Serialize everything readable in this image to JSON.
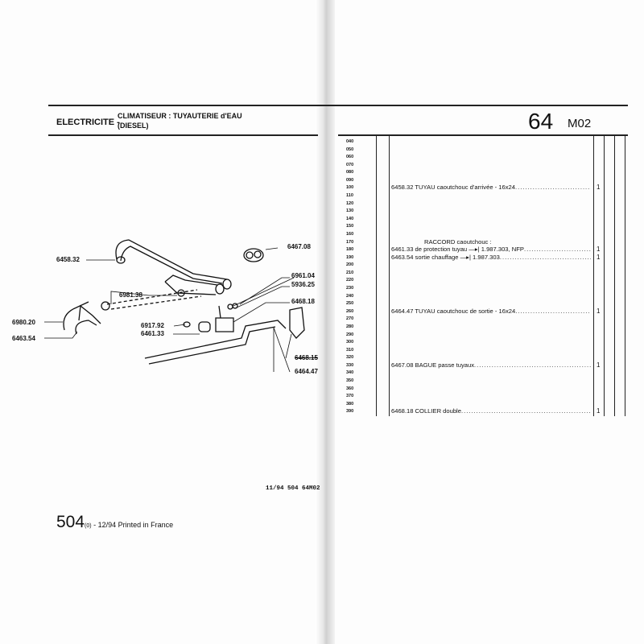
{
  "header": {
    "section": "ELECTRICITE -",
    "title_line1": "CLIMATISEUR : TUYAUTERIE d'EAU",
    "title_line2": "(DIESEL)",
    "page_number": "64",
    "page_code": "M02"
  },
  "line_numbers": [
    "040",
    "050",
    "060",
    "070",
    "080",
    "090",
    "100",
    "110",
    "120",
    "130",
    "140",
    "150",
    "160",
    "170",
    "180",
    "190",
    "200",
    "210",
    "220",
    "230",
    "240",
    "250",
    "260",
    "270",
    "280",
    "290",
    "300",
    "310",
    "320",
    "330",
    "340",
    "350",
    "360",
    "370",
    "380",
    "390"
  ],
  "parts": [
    {
      "line": "100",
      "text": "6458.32 TUYAU caoutchouc d'arrivée - 16x24",
      "qty": "1"
    },
    {
      "line": "170",
      "text": "RACCORD caoutchouc :",
      "qty": ""
    },
    {
      "line": "180",
      "text": "6461.33  de protection tuyau —▸| 1.987.303, NFP",
      "qty": "1"
    },
    {
      "line": "190",
      "text": "6463.54  sortie chauffage —▸| 1.987.303",
      "qty": "1"
    },
    {
      "line": "260",
      "text": "6464.47 TUYAU caoutchouc de sortie - 16x24",
      "qty": "1"
    },
    {
      "line": "330",
      "text": "6467.08 BAGUE passe tuyaux",
      "qty": "1"
    },
    {
      "line": "390",
      "text": "6468.18 COLLIER double",
      "qty": "1"
    }
  ],
  "dots": "....................................................................................................",
  "diagram_callouts": {
    "c6458_32": "6458.32",
    "c6467_08": "6467.08",
    "c6961_04": "6961.04",
    "c5936_25": "5936.25",
    "c6981_38": "6981.38",
    "c6468_18": "6468.18",
    "c6980_20": "6980.20",
    "c6463_54": "6463.54",
    "c6917_92": "6917.92",
    "c6461_33": "6461.33",
    "c6468_15": "6468.15",
    "c6464_47": "6464.47"
  },
  "footer": {
    "code": "11/94 504 64M02",
    "model": "504",
    "model_sub": "(0)",
    "printed": " - 12/94 Printed in France"
  }
}
